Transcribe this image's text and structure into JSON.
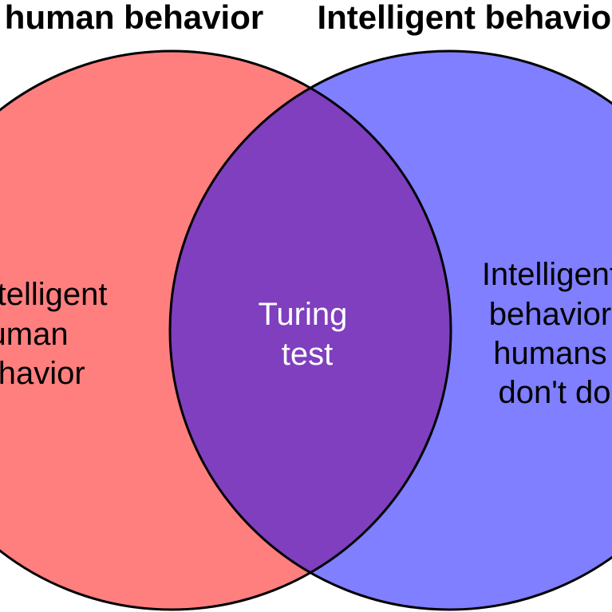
{
  "diagram": {
    "left_set": {
      "title": "Unintelligent human behavior",
      "fill": "#ff7f7f",
      "region_lines": [
        "Unintelligent",
        "human",
        "behavior"
      ]
    },
    "right_set": {
      "title": "Intelligent behavior",
      "fill": "#7f7fff",
      "region_lines": [
        "Intelligent",
        "behavior",
        "humans",
        "don't do"
      ]
    },
    "intersection": {
      "fill": "#7f3fbf",
      "text_color": "#ffffff",
      "region_lines": [
        "Turing",
        "test"
      ]
    },
    "outline_color": "#000000"
  }
}
